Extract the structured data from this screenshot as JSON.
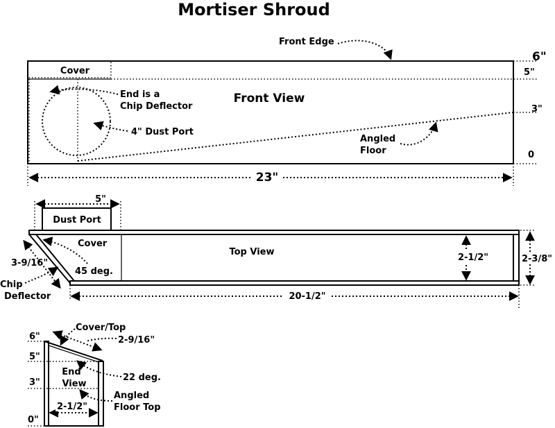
{
  "title": "Mortiser Shroud",
  "front_view": {
    "label": "Front View",
    "front_edge": "Front Edge",
    "cover": "Cover",
    "end_note_1": "End is a",
    "end_note_2": "Chip Deflector",
    "dust_port": "4\" Dust Port",
    "angled_floor_1": "Angled",
    "angled_floor_2": "Floor",
    "height_6": "6\"",
    "height_5": "5\"",
    "height_3": "3\"",
    "height_0": "0",
    "length": "23\""
  },
  "top_view": {
    "label": "Top View",
    "width_5": "5\"",
    "dust_port": "Dust Port",
    "cover": "Cover",
    "angle": "45 deg.",
    "offset": "3-9/16\"",
    "chip_1": "Chip",
    "chip_2": "Deflector",
    "inner_width": "2-1/2\"",
    "outer_width": "2-3/8\"",
    "length": "20-1/2\""
  },
  "end_view": {
    "label_1": "End",
    "label_2": "View",
    "cover_top": "Cover/Top",
    "cover_len": "2-9/16\"",
    "angle": "22 deg.",
    "floor_1": "Angled",
    "floor_2": "Floor Top",
    "h6": "6\"",
    "h5": "5\"",
    "h3": "3\"",
    "h0": "0\"",
    "width": "2-1/2\""
  }
}
